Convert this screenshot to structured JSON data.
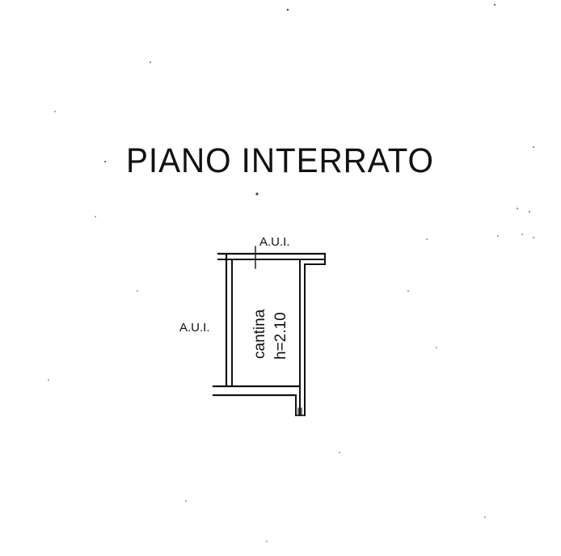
{
  "title": "PIANO INTERRATO",
  "labels": {
    "top_neighbor": "A.U.I.",
    "left_neighbor": "A.U.I."
  },
  "room": {
    "name": "cantina",
    "height": "h=2.10"
  }
}
